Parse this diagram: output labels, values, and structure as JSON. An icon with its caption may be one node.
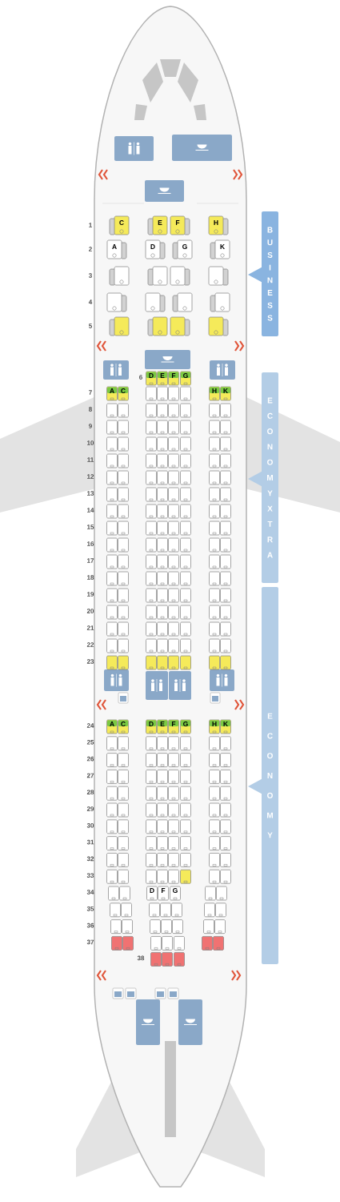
{
  "diagram": {
    "nodes": [
      {
        "text": [
          "BUSINESS"
        ]
      },
      {
        "text": [
          "ECONOMY XTRA"
        ]
      },
      {
        "text": [
          "ECONOMY"
        ]
      }
    ],
    "labels": [
      "1",
      "C",
      "E",
      "F",
      "H",
      "2",
      "A",
      "D",
      "G",
      "K",
      "3",
      "4",
      "5",
      "6",
      "D",
      "E",
      "F",
      "G",
      "7",
      "A",
      "C",
      "H",
      "K",
      "8",
      "9",
      "10",
      "11",
      "12",
      "13",
      "14",
      "15",
      "16",
      "17",
      "18",
      "19",
      "20",
      "21",
      "22",
      "23",
      "24",
      "A",
      "C",
      "D",
      "E",
      "F",
      "G",
      "H",
      "K",
      "25",
      "26",
      "27",
      "28",
      "29",
      "30",
      "31",
      "32",
      "33",
      "34",
      "D",
      "F",
      "G",
      "35",
      "36",
      "37",
      "38"
    ]
  }
}
